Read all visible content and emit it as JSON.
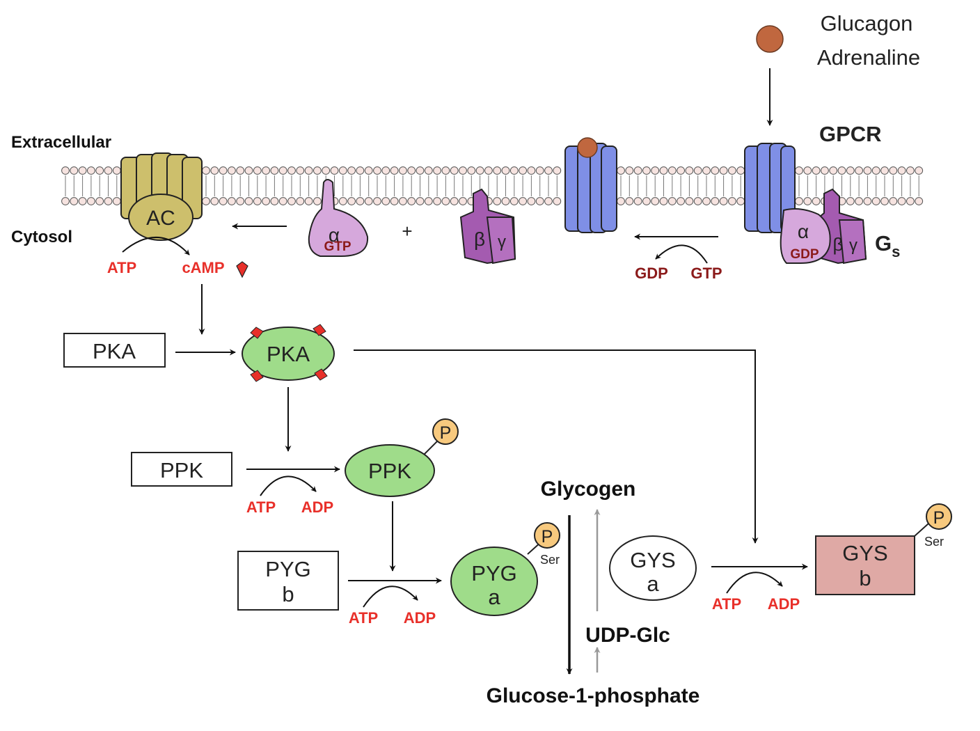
{
  "colors": {
    "membrane_head": "#f6e3e0",
    "ac_fill": "#cdbf6c",
    "gpcr_fill": "#7f8fe6",
    "alpha_fill": "#d6a8dc",
    "beta_fill": "#a45bb0",
    "pka_fill": "#9fdc8a",
    "phos_fill": "#f7c97e",
    "gys_b_fill": "#dfa9a5",
    "ligand": "#c0673f",
    "red_label": "#e8302a",
    "dark_red_label": "#8b1a1a"
  },
  "ligand": {
    "line1": "Glucagon",
    "line2": "Adrenaline"
  },
  "labels": {
    "extracellular": "Extracellular",
    "cytosol": "Cytosol",
    "gpcr": "GPCR",
    "gs_main": "G",
    "gs_sub": "s",
    "plus": "+"
  },
  "ac": {
    "label": "AC",
    "atp": "ATP",
    "camp": "cAMP"
  },
  "g_alpha_free": {
    "symbol": "α",
    "nucleotide": "GTP"
  },
  "g_beta_gamma_free": {
    "beta": "β",
    "gamma": "γ"
  },
  "g_exchange": {
    "gdp": "GDP",
    "gtp": "GTP"
  },
  "gs_complex": {
    "alpha": "α",
    "nucleotide": "GDP",
    "beta": "β",
    "gamma": "γ"
  },
  "pka": {
    "inactive": "PKA",
    "active": "PKA"
  },
  "ppk": {
    "inactive": "PPK",
    "active": "PPK",
    "atp": "ATP",
    "adp": "ADP",
    "phospho": "P"
  },
  "pyg": {
    "inactive_line1": "PYG",
    "inactive_line2": "b",
    "active_line1": "PYG",
    "active_line2": "a",
    "atp": "ATP",
    "adp": "ADP",
    "phospho": "P",
    "residue": "Ser"
  },
  "gys": {
    "active_line1": "GYS",
    "active_line2": "a",
    "inactive_line1": "GYS",
    "inactive_line2": "b",
    "atp": "ATP",
    "adp": "ADP",
    "phospho": "P",
    "residue": "Ser"
  },
  "metabolites": {
    "glycogen": "Glycogen",
    "udp_glc": "UDP-Glc",
    "g1p": "Glucose-1-phosphate"
  }
}
